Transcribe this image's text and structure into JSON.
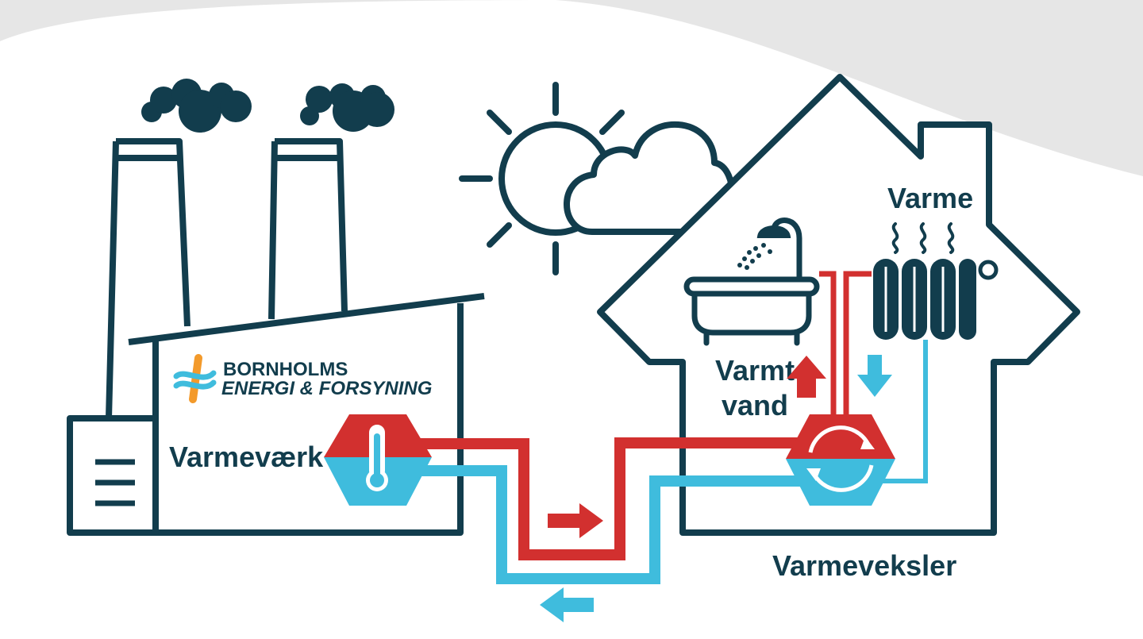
{
  "logo": {
    "line1": "BORNHOLMS",
    "line2": "ENERGI & FORSYNING"
  },
  "labels": {
    "plant": "Varmeværk",
    "hot_water_line1": "Varmt",
    "hot_water_line2": "vand",
    "heat": "Varme",
    "exchanger": "Varmeveksler"
  },
  "colors": {
    "outline": "#123d4d",
    "supply": "#d2302f",
    "return": "#3fbcdd",
    "background_curve": "#e6e6e6",
    "logo_teal": "#3fbcdd",
    "logo_orange": "#f39a2b"
  },
  "icons": [
    "factory-icon",
    "smoke-icon",
    "sun-icon",
    "cloud-icon",
    "house-icon",
    "bathtub-icon",
    "shower-icon",
    "radiator-icon",
    "steam-icon",
    "thermometer-icon",
    "heat-exchanger-icon",
    "arrow-right-icon",
    "arrow-left-icon",
    "arrow-up-icon",
    "arrow-down-icon"
  ]
}
